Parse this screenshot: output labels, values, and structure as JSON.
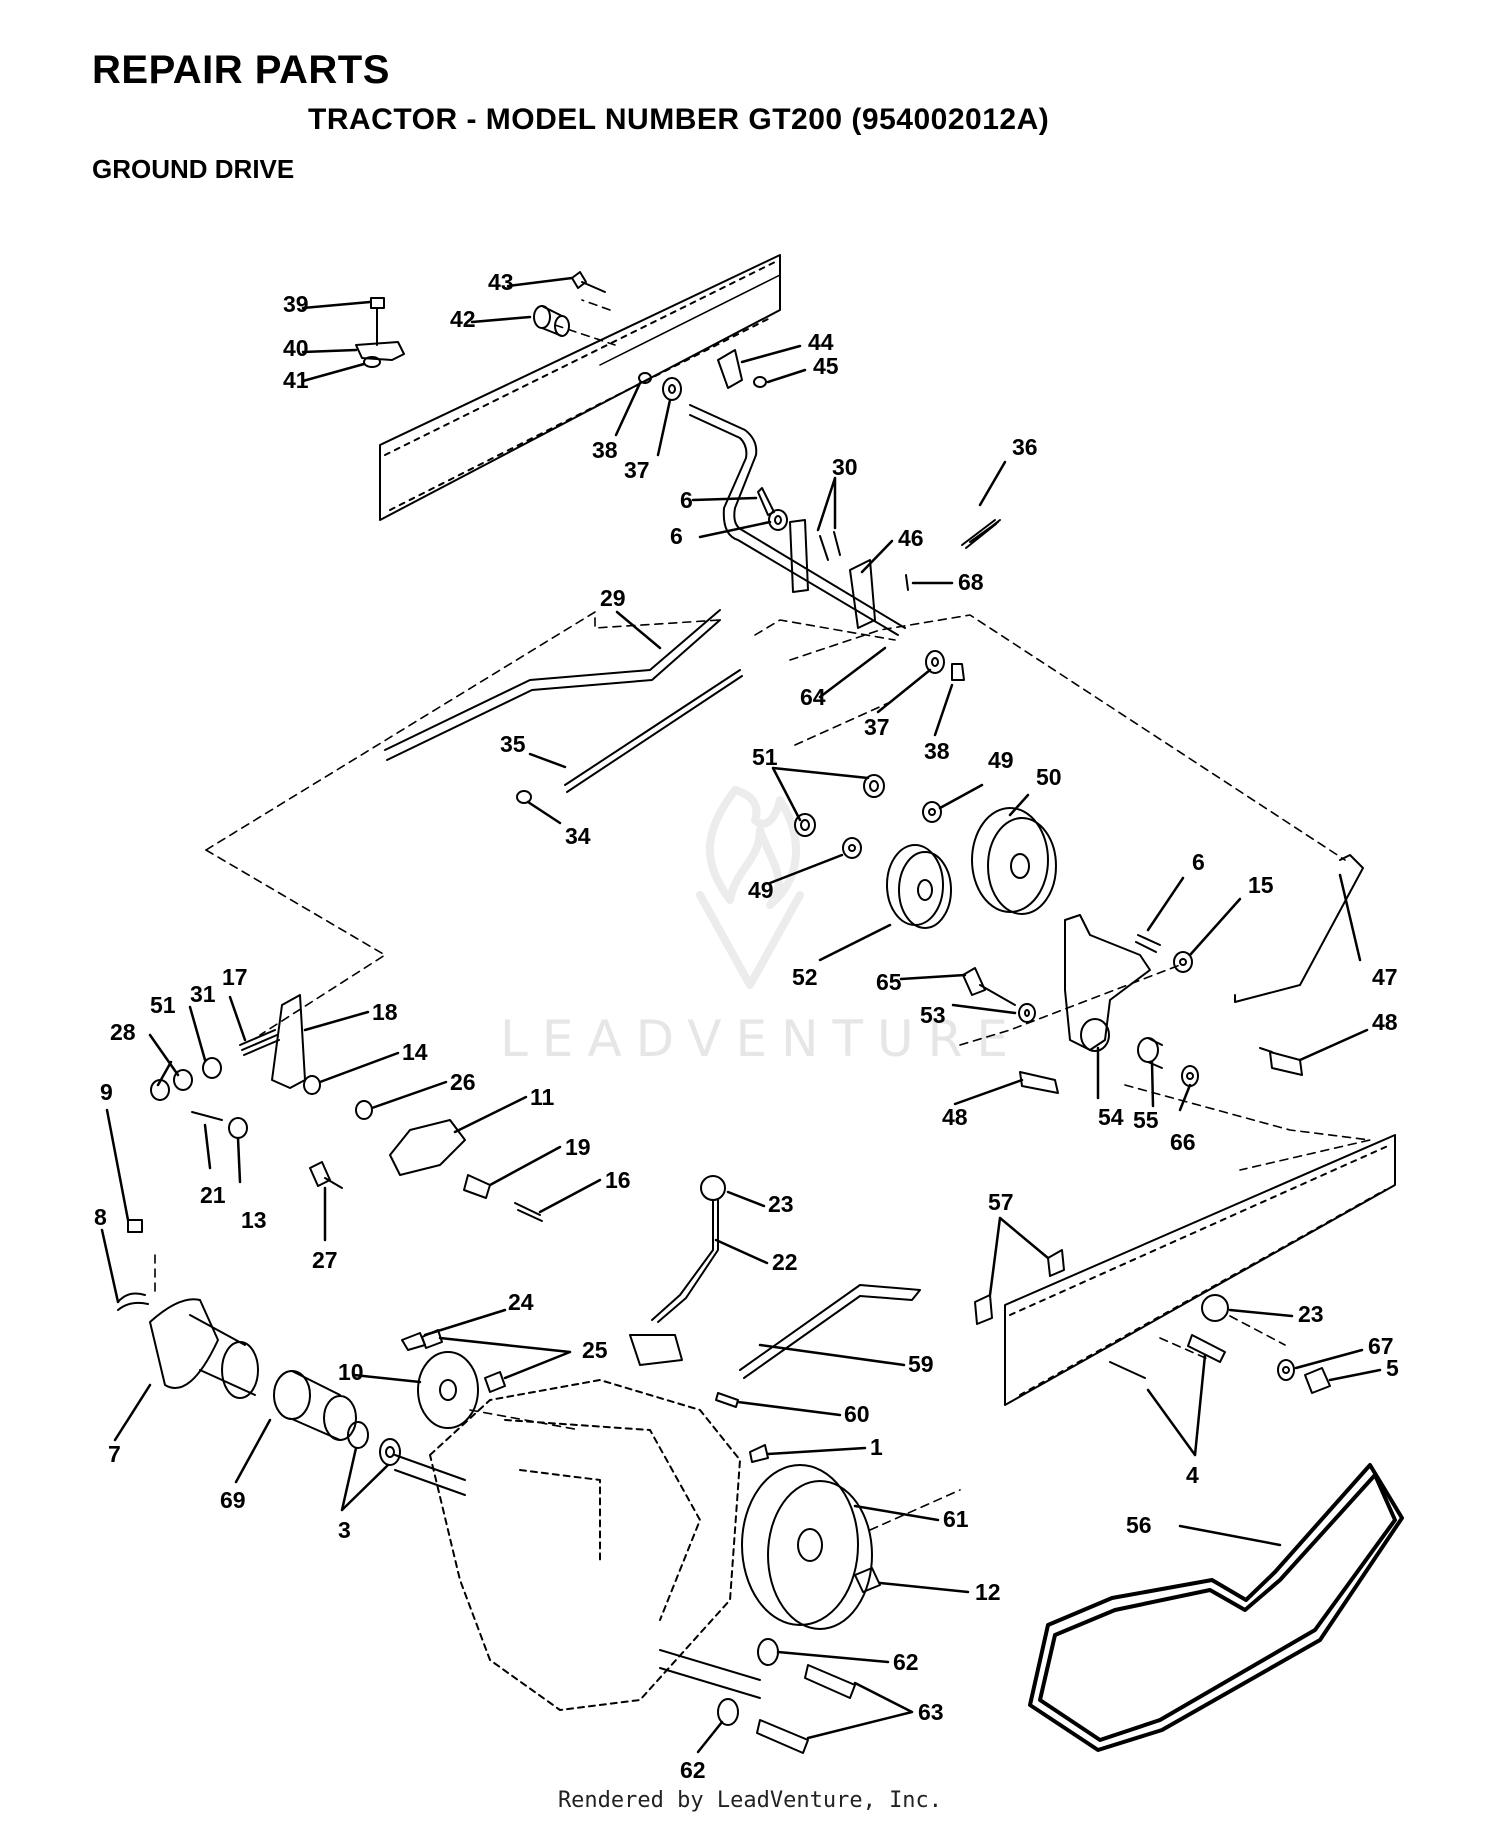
{
  "header": {
    "title": "REPAIR PARTS",
    "subtitle": "TRACTOR - MODEL NUMBER GT200 (954002012A)",
    "section": "GROUND DRIVE"
  },
  "footer": {
    "credit": "Rendered by LeadVenture, Inc."
  },
  "watermark": {
    "text": "LEADVENTURE",
    "color": "#e6e6e6"
  },
  "colors": {
    "ink": "#000000",
    "background": "#ffffff"
  },
  "callouts": [
    "39",
    "40",
    "41",
    "43",
    "42",
    "44",
    "45",
    "38",
    "37",
    "36",
    "6",
    "30",
    "6",
    "46",
    "68",
    "29",
    "64",
    "37",
    "38",
    "35",
    "34",
    "51",
    "49",
    "50",
    "49",
    "52",
    "6",
    "15",
    "47",
    "65",
    "53",
    "48",
    "48",
    "54",
    "55",
    "66",
    "28",
    "51",
    "31",
    "17",
    "18",
    "14",
    "26",
    "11",
    "19",
    "16",
    "21",
    "13",
    "27",
    "9",
    "8",
    "7",
    "69",
    "3",
    "10",
    "24",
    "25",
    "23",
    "22",
    "59",
    "60",
    "1",
    "61",
    "12",
    "62",
    "63",
    "62",
    "57",
    "23",
    "67",
    "5",
    "4",
    "56"
  ]
}
